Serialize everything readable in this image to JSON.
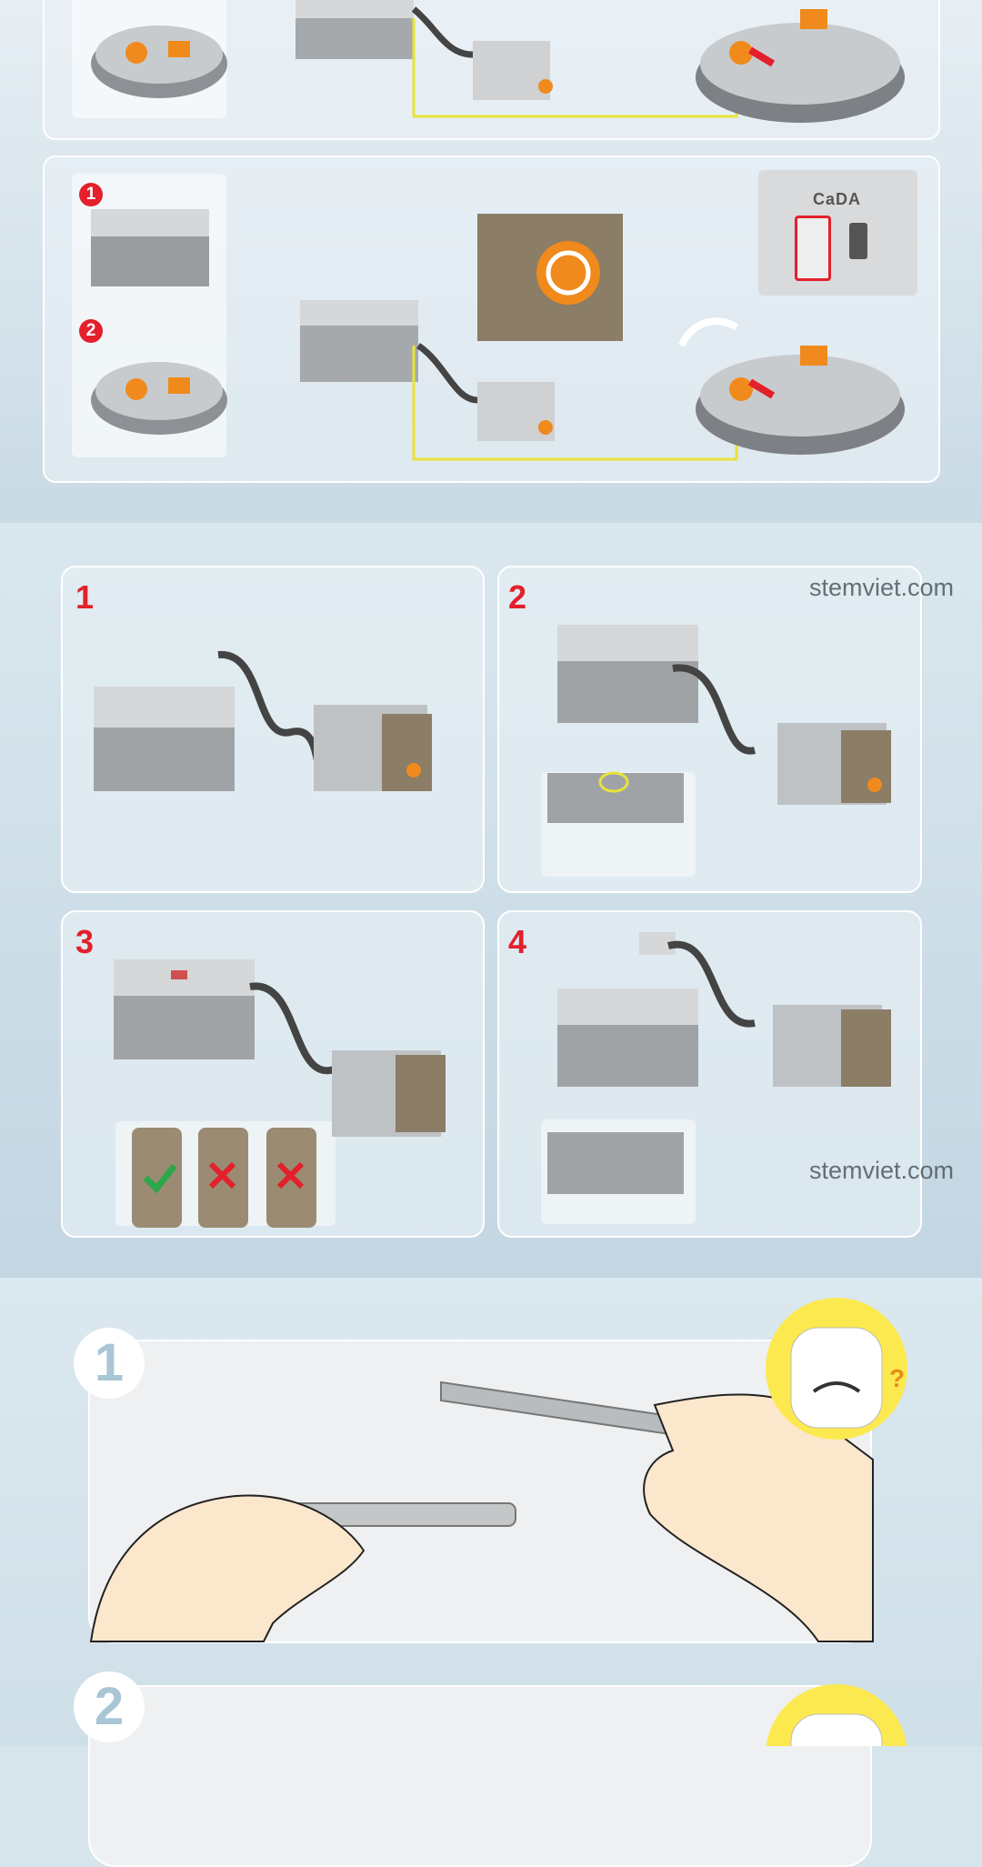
{
  "section1": {
    "panel_b_steps": [
      "1",
      "2"
    ],
    "switch_brand": "CaDA"
  },
  "section2": {
    "watermark": "stemviet.com",
    "steps": [
      "1",
      "2",
      "3",
      "4"
    ]
  },
  "section3": {
    "steps": [
      "1",
      "2"
    ],
    "question_mark": "?"
  },
  "colors": {
    "accent_red": "#e3202b",
    "brick_gray": "#b9bcbe",
    "wire_yellow": "#e8e23a"
  }
}
